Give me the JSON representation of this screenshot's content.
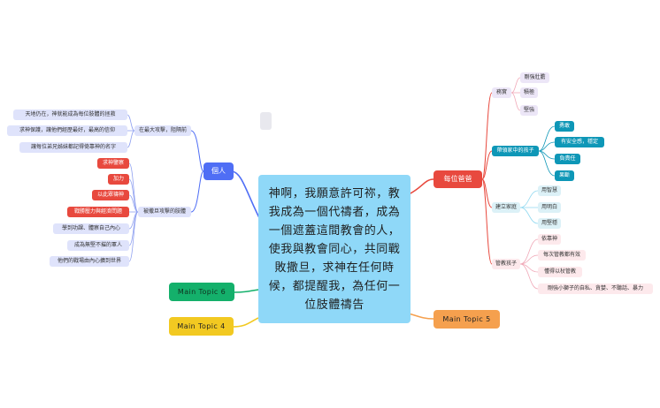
{
  "central": "神啊，我願意許可祢，教我成為一個代禱者，成為一個遮蓋這間教會的人，使我與教會同心，共同戰敗撒旦，求神在任何時候，都提醒我，為任何一位肢體禱告",
  "branches": {
    "personal": {
      "label": "個人",
      "color": "#4f6ef5",
      "groups": [
        {
          "label": "在最大攻擊，阻隔前",
          "items": [
            "天地仍在，神就能成為每位肢體的拯救",
            "求神保護，讓他們經歷最好，最高的信仰",
            "讓每位弟兄姊妹都記得倚靠神的名字"
          ]
        },
        {
          "label": "被撒旦攻擊的肢體",
          "items": [
            "求神鑒察",
            "加力",
            "以此眾禱神",
            "戰勝壓力與經濟問題",
            "學到功課、體察自己內心",
            "成為無堅不摧的軍人",
            "他們的戰場由內心擴到世界"
          ]
        }
      ]
    },
    "dads": {
      "label": "每位爸爸",
      "color": "#e8493e",
      "groups": [
        {
          "label": "務實",
          "items": [
            "剛強壯膽",
            "積極",
            "堅強"
          ]
        },
        {
          "label": "帶領家中的孩子",
          "items": [
            "勇敢",
            "有安全感，穩定",
            "負責任",
            "果斷"
          ]
        },
        {
          "label": "建立家庭",
          "items": [
            "用智慧",
            "用明白",
            "用堅穩"
          ]
        },
        {
          "label": "管教孩子",
          "items": [
            "依靠神",
            "每次管教都有效",
            "懂得以杖管教",
            "剛強小獅子的自私、貪婪、不聽話、暴力"
          ]
        }
      ]
    },
    "topic4": {
      "label": "Main Topic 4",
      "color": "#f2c921"
    },
    "topic5": {
      "label": "Main Topic 5",
      "color": "#f5a04e"
    },
    "topic6": {
      "label": "Main Topic 6",
      "color": "#14b06b"
    }
  }
}
